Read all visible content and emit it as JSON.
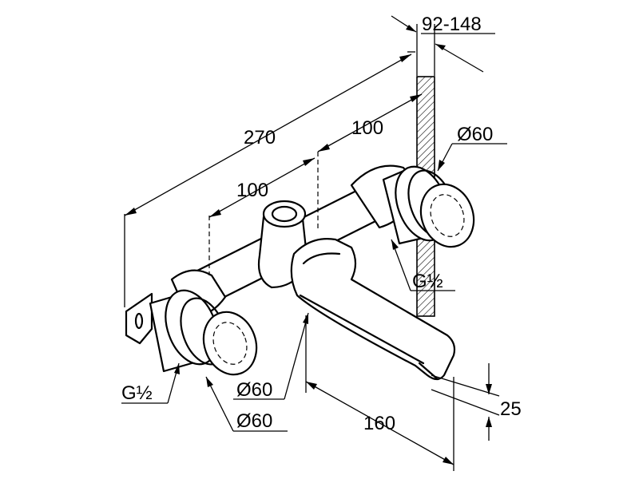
{
  "dimensions": {
    "overall_width": "270",
    "wall_depth_range": "92-148",
    "spacing_right": "100",
    "spacing_left": "100",
    "outlet_diameter": "Ø60",
    "spout_projection": "160",
    "spout_clearance": "25"
  },
  "callouts": {
    "thread_right": "G½",
    "thread_left": "G½",
    "rosette_right": "Ø60",
    "rosette_left": "Ø60"
  }
}
